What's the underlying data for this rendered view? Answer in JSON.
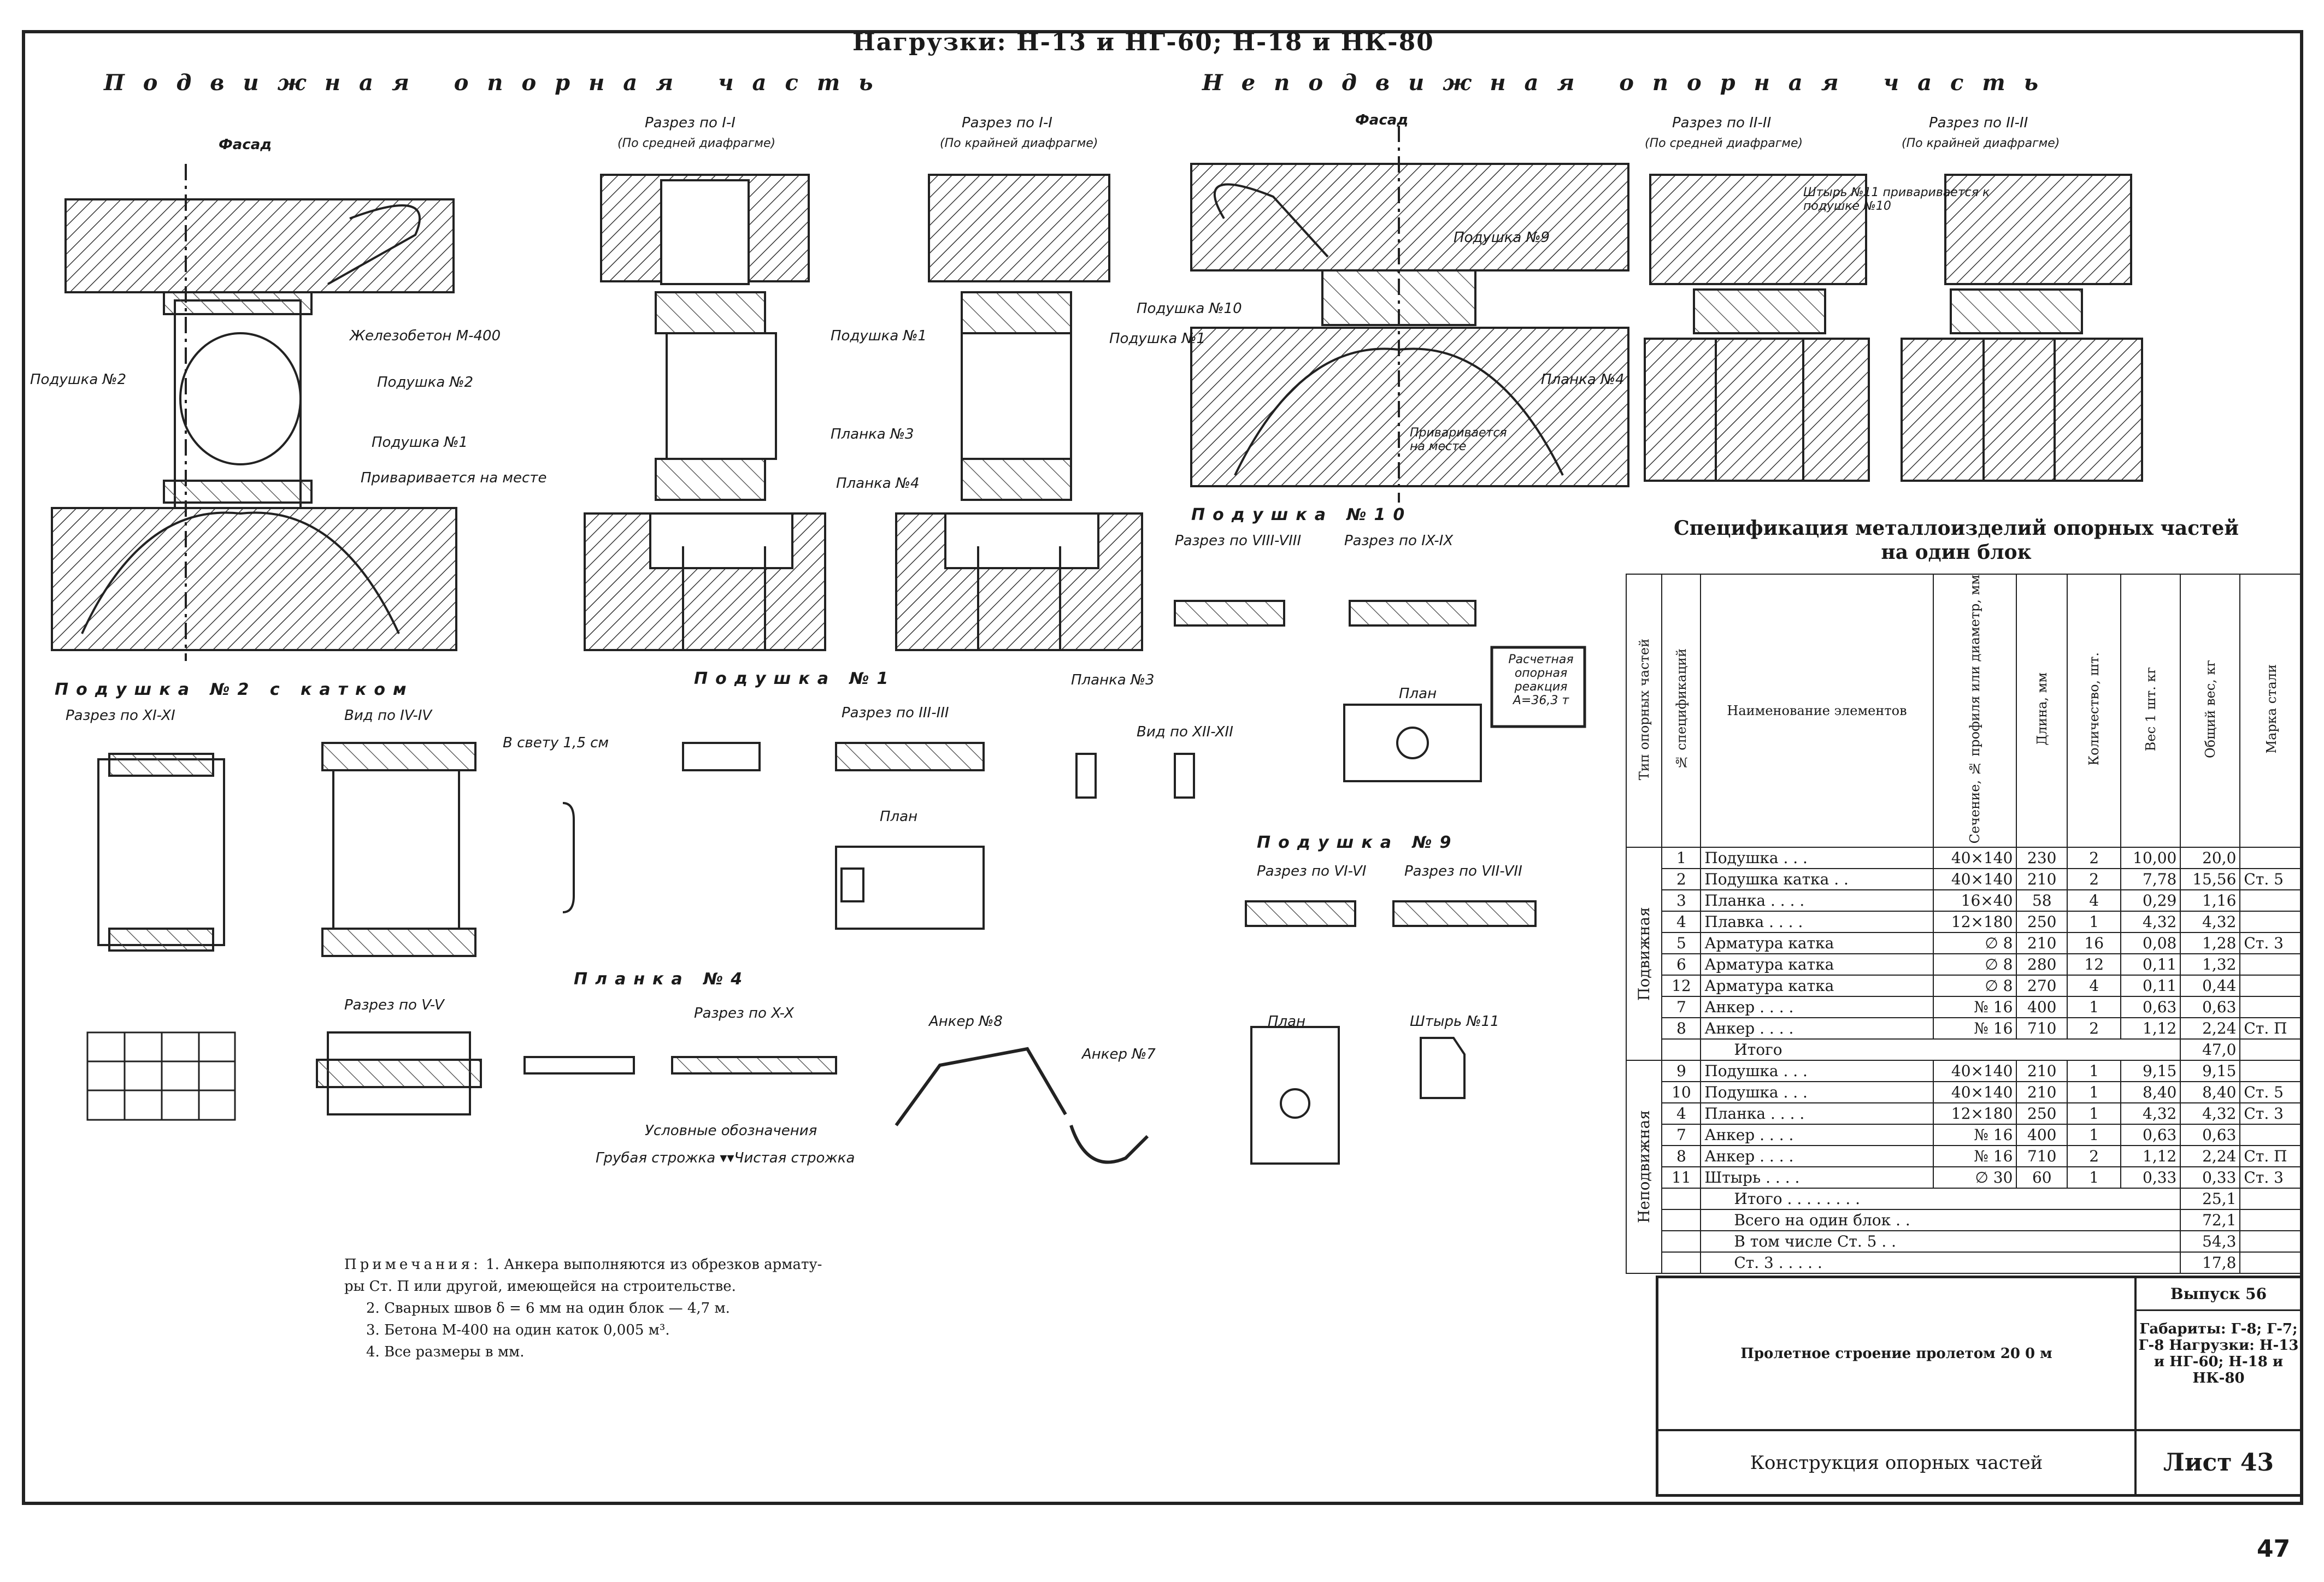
{
  "header": {
    "title": "Нагрузки:  Н-13   и   НГ-60; Н-18 и НК-80",
    "movable": "Подвижная   опорная   часть",
    "fixed": "Неподвижная   опорная   часть"
  },
  "labels": {
    "facade": "Фасад",
    "facade2": "Фасад",
    "sec_1_mid": "Разрез по I-I",
    "sec_1_mid_sub": "(По средней диафрагме)",
    "sec_1_edge": "Разрез по I-I",
    "sec_1_edge_sub": "(По крайней диафрагме)",
    "sec_2_mid": "Разрез по II-II",
    "sec_2_mid_sub": "(По средней диафрагме)",
    "sec_2_edge": "Разрез по II-II",
    "sec_2_edge_sub": "(По крайней диафрагме)",
    "concrete": "Железобетон М-400",
    "pad2_a": "Подушка №2",
    "pad2_b": "Подушка №2",
    "pad1": "Подушка №1",
    "weld": "Приваривается на месте",
    "pad1_r": "Подушка №1",
    "plate3": "Планка №3",
    "plate4": "Планка №4",
    "pad9": "Подушка №9",
    "pad10": "Подушка №10",
    "pad1_f": "Подушка №1",
    "plate4_f": "Планка №4",
    "weld_f": "Приваривается на месте",
    "pin_note": "Штырь №11 приваривается к подушке №10",
    "pad2_roller": "Подушка   №2   с   катком",
    "sec_11": "Разрез по XI-XI",
    "view_4": "Вид по IV-IV",
    "clear": "В свету 1,5 см",
    "pad1_title": "Подушка   №1",
    "sec_3": "Разрез по III-III",
    "plan": "План",
    "plate3_title": "Планка №3",
    "view_12": "Вид по XII-XII",
    "pad10_title": "Подушка   №10",
    "sec_8": "Разрез по VIII-VIII",
    "sec_9": "Разрез по IX-IX",
    "reaction": "Расчетная опорная реакция А=36,3 т",
    "plan2": "План",
    "pad9_title": "Подушка   №9",
    "sec_6": "Разрез по VI-VI",
    "sec_7": "Разрез по VII-VII",
    "plan3": "План",
    "pin11": "Штырь №11",
    "sec_5": "Разрез по V-V",
    "plate4_title": "Планка   №4",
    "sec_10": "Разрез по X-X",
    "anchor8": "Анкер №8",
    "anchor7": "Анкер №7",
    "legend": "Условные обозначения",
    "legend_items": "Грубая строжка   ▾▾Чистая строжка"
  },
  "notes": {
    "head": "Примечания:",
    "n1": "1. Анкера выполняются из обрезков армату-",
    "n1b": "ры Ст. П или другой, имеющейся на строительстве.",
    "n2": "2. Сварных швов  δ = 6 мм на один блок — 4,7 м.",
    "n3": "3. Бетона М-400 на один каток 0,005 м³.",
    "n4": "4. Все размеры в мм."
  },
  "spec": {
    "title1": "Спецификация металлоизделий опорных частей",
    "title2": "на один блок",
    "headers": {
      "type": "Тип опорных частей",
      "no": "№ спецификаций",
      "name": "Наименование элементов",
      "section": "Сечение, № профиля или диаметр, мм",
      "length": "Длина, мм",
      "qty": "Количество, шт.",
      "weight1": "Вес 1 шт. кг",
      "total": "Общий вес, кг",
      "grade": "Марка стали"
    },
    "group_movable": "Подвижная",
    "group_fixed": "Неподвижная",
    "rows_movable": [
      {
        "no": "1",
        "name": "Подушка . . .",
        "sec": "40×140",
        "len": "230",
        "qty": "2",
        "w1": "10,00",
        "tw": "20,0",
        "gr": ""
      },
      {
        "no": "2",
        "name": "Подушка катка . .",
        "sec": "40×140",
        "len": "210",
        "qty": "2",
        "w1": "7,78",
        "tw": "15,56",
        "gr": "Ст. 5"
      },
      {
        "no": "3",
        "name": "Планка . . . .",
        "sec": "16×40",
        "len": "58",
        "qty": "4",
        "w1": "0,29",
        "tw": "1,16",
        "gr": ""
      },
      {
        "no": "4",
        "name": "Плавка . . . .",
        "sec": "12×180",
        "len": "250",
        "qty": "1",
        "w1": "4,32",
        "tw": "4,32",
        "gr": ""
      },
      {
        "no": "5",
        "name": "Арматура катка",
        "sec": "∅ 8",
        "len": "210",
        "qty": "16",
        "w1": "0,08",
        "tw": "1,28",
        "gr": "Ст. 3"
      },
      {
        "no": "6",
        "name": "Арматура катка",
        "sec": "∅ 8",
        "len": "280",
        "qty": "12",
        "w1": "0,11",
        "tw": "1,32",
        "gr": ""
      },
      {
        "no": "12",
        "name": "Арматура катка",
        "sec": "∅ 8",
        "len": "270",
        "qty": "4",
        "w1": "0,11",
        "tw": "0,44",
        "gr": ""
      },
      {
        "no": "7",
        "name": "Анкер . . . .",
        "sec": "№ 16",
        "len": "400",
        "qty": "1",
        "w1": "0,63",
        "tw": "0,63",
        "gr": ""
      },
      {
        "no": "8",
        "name": "Анкер . . . .",
        "sec": "№ 16",
        "len": "710",
        "qty": "2",
        "w1": "1,12",
        "tw": "2,24",
        "gr": "Ст. П"
      }
    ],
    "total_movable": {
      "label": "Итого",
      "value": "47,0"
    },
    "rows_fixed": [
      {
        "no": "9",
        "name": "Подушка . . .",
        "sec": "40×140",
        "len": "210",
        "qty": "1",
        "w1": "9,15",
        "tw": "9,15",
        "gr": ""
      },
      {
        "no": "10",
        "name": "Подушка . . .",
        "sec": "40×140",
        "len": "210",
        "qty": "1",
        "w1": "8,40",
        "tw": "8,40",
        "gr": "Ст. 5"
      },
      {
        "no": "4",
        "name": "Планка . . . .",
        "sec": "12×180",
        "len": "250",
        "qty": "1",
        "w1": "4,32",
        "tw": "4,32",
        "gr": "Ст. 3"
      },
      {
        "no": "7",
        "name": "Анкер . . . .",
        "sec": "№ 16",
        "len": "400",
        "qty": "1",
        "w1": "0,63",
        "tw": "0,63",
        "gr": ""
      },
      {
        "no": "8",
        "name": "Анкер . . . .",
        "sec": "№ 16",
        "len": "710",
        "qty": "2",
        "w1": "1,12",
        "tw": "2,24",
        "gr": "Ст. П"
      },
      {
        "no": "11",
        "name": "Штырь . . . .",
        "sec": "∅ 30",
        "len": "60",
        "qty": "1",
        "w1": "0,33",
        "tw": "0,33",
        "gr": "Ст. 3"
      }
    ],
    "total_fixed": {
      "label": "Итого . . . . . . . .",
      "value": "25,1"
    },
    "total_block": {
      "label": "Всего на один блок . .",
      "value": "72,1"
    },
    "incl_st5": {
      "label": "В том числе Ст. 5 . .",
      "value": "54,3"
    },
    "incl_st3": {
      "label": "Ст. 3 . . . . .",
      "value": "17,8"
    }
  },
  "stamp": {
    "project": "Пролетное строение пролетом 20 0 м",
    "issue": "Выпуск 56",
    "params": "Габариты: Г-8; Г-7; Г-8 Нагрузки: Н-13 и НГ-60; Н-18 и НК-80",
    "subject": "Конструкция опорных частей",
    "sheet": "Лист 43"
  },
  "page_number": "47"
}
